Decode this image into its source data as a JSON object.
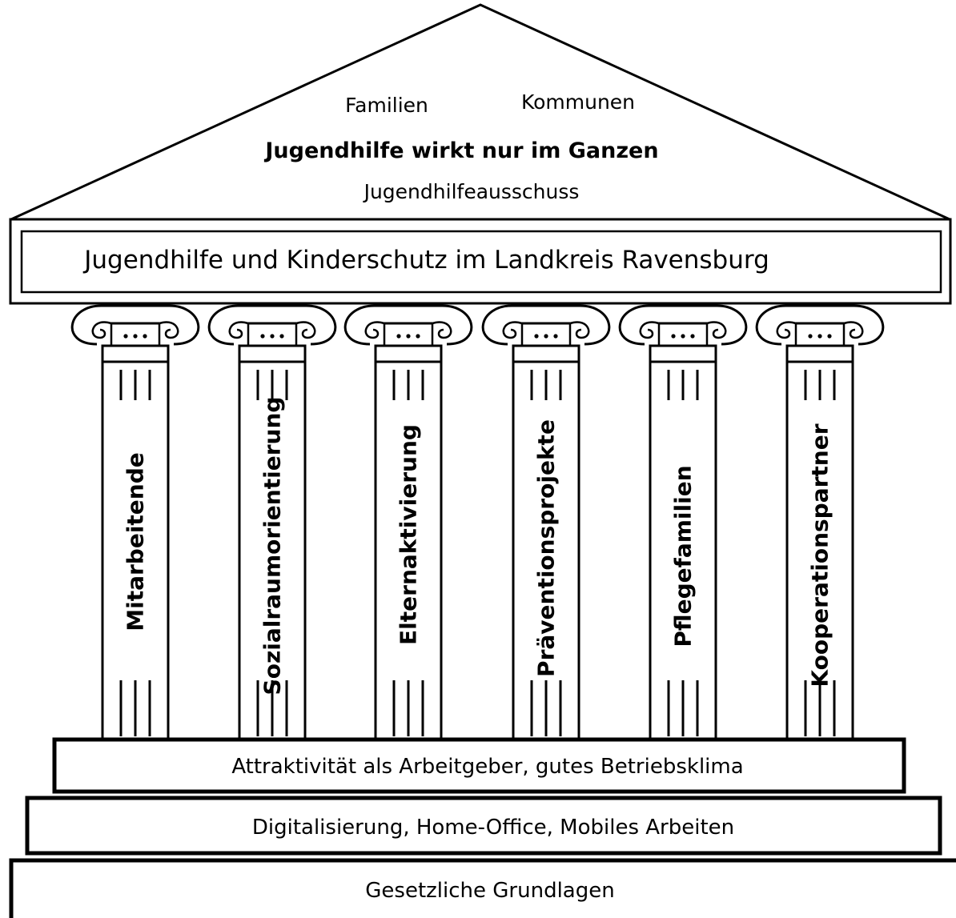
{
  "roof": {
    "top_left_text": "Familien",
    "top_right_text": "Kommunen",
    "main_text": "Jugendhilfe wirkt nur im Ganzen",
    "bottom_text": "Jugendhilfeausschuss"
  },
  "beam": {
    "text": "Jugendhilfe und Kinderschutz im Landkreis Ravensburg"
  },
  "pillars": [
    {
      "label": "Mitarbeitende"
    },
    {
      "label": "Sozialraumorientierung"
    },
    {
      "label": "Elternaktivierung"
    },
    {
      "label": "Präventionsprojekte"
    },
    {
      "label": "Pflegefamilien"
    },
    {
      "label": "Kooperationspartner"
    }
  ],
  "steps": [
    {
      "label": "Attraktivität als Arbeitgeber, gutes Betriebsklima"
    },
    {
      "label": "Digitalisierung, Home-Office, Mobiles Arbeiten"
    },
    {
      "label": "Gesetzliche Grundlagen"
    }
  ]
}
